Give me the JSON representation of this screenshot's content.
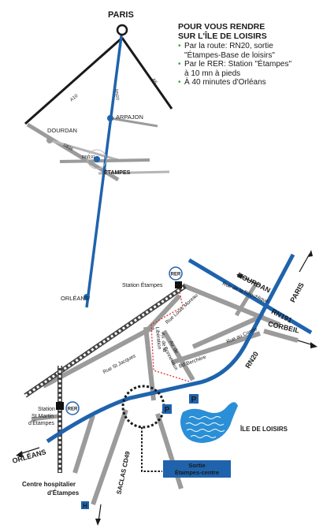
{
  "info": {
    "title_line1": "POUR VOUS RENDRE",
    "title_line2": "SUR L'ÎLE DE LOISIRS",
    "items": [
      [
        "Par la route: RN20, sortie",
        "\"Étampes-Base de loisirs\""
      ],
      [
        "Par le RER: Station \"Étampes\"",
        "à 10 mn à pieds"
      ],
      [
        "À 40 minutes d'Orléans"
      ]
    ]
  },
  "regional_map": {
    "places": {
      "paris": "PARIS",
      "arpajon": "ARPAJON",
      "dourdan": "DOURDAN",
      "etampes": "ÉTAMPES",
      "orleans": "ORLÉANS"
    },
    "roads": {
      "a10": "A10",
      "a6": "A6",
      "rn20": "RN20",
      "d836": "D836",
      "rn191": "RN191"
    }
  },
  "local_map": {
    "stations": {
      "etampes_station": "Station Étampes",
      "st_martin_line1": "Station",
      "st_martin_line2": "St Martin",
      "st_martin_line3": "d'Étampes",
      "rer_badge": "RER"
    },
    "directions": {
      "dourdan": "DOURDAN",
      "paris": "PARIS",
      "rn191": "RN191",
      "corbeil": "CORBEIL",
      "orleans": "ORLÉANS",
      "rn20": "RN20",
      "saclas": "SACLAS CD49"
    },
    "streets": {
      "republique": "Rue de la République",
      "louis_moreau": "Rue Louis Moreau",
      "comte": "Rue au Comte",
      "st_jacques": "Rue St Jacques",
      "liberation_1": "Av. de la",
      "liberation_2": "Libération",
      "bonnevaux_1": "Av. de",
      "bonnevaux_2": "Bonnevaux",
      "berchere": "Bd Berchère"
    },
    "parking": "P",
    "hospital_line1": "Centre hospitalier",
    "hospital_line2": "d'Étampes",
    "hospital_icon": "H",
    "lake_label": "ÎLE DE LOISIRS",
    "exit_line1": "Sortie",
    "exit_line2": "Étampes-centre"
  },
  "colors": {
    "route_blue": "#1f63ad",
    "road_grey": "#9b9b9b",
    "lake_blue": "#2a8fd6",
    "dotted_red": "#d9342b"
  }
}
